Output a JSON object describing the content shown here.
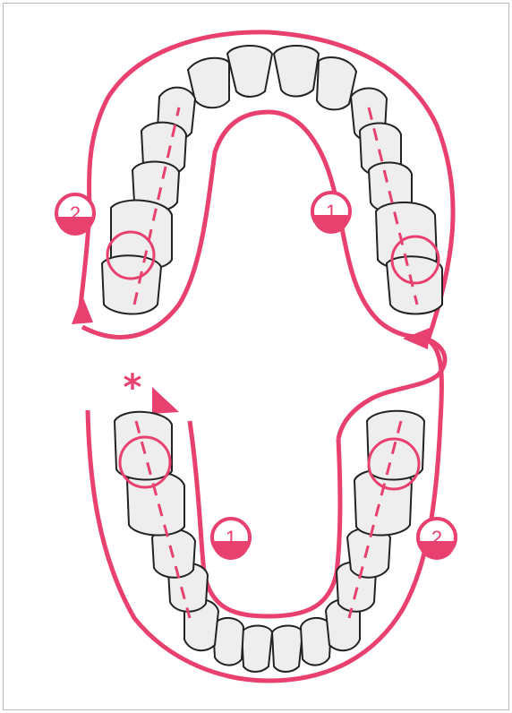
{
  "diagram": {
    "colors": {
      "accent": "#e8406f",
      "tooth_fill": "#eeeeee",
      "tooth_outline": "#222222",
      "label_bg": "#ffffff"
    },
    "badges": {
      "upper_left": "2",
      "upper_right": "1",
      "lower_left": "1",
      "lower_right": "2"
    },
    "start_marker": "*"
  }
}
